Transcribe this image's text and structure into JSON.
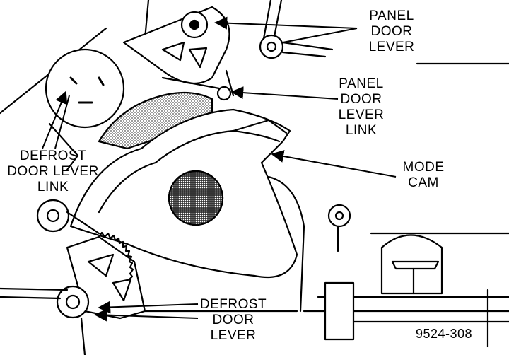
{
  "labels": {
    "panel_door_lever": [
      "PANEL",
      "DOOR",
      "LEVER"
    ],
    "panel_door_lever_link": [
      "PANEL",
      "DOOR",
      "LEVER",
      "LINK"
    ],
    "mode_cam": [
      "MODE",
      "CAM"
    ],
    "defrost_door_lever_link": [
      "DEFROST",
      "DOOR LEVER",
      "LINK"
    ],
    "defrost_door_lever": [
      "DEFROST",
      "DOOR",
      "LEVER"
    ]
  },
  "figure_number": "9524-308",
  "colors": {
    "ink": "#000000",
    "paper": "#ffffff",
    "stipple": "#7a7a7a"
  }
}
